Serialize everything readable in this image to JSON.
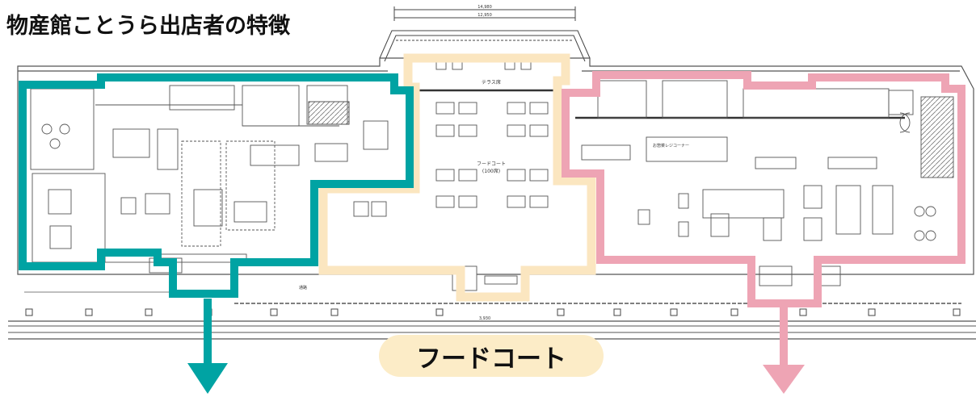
{
  "title": "物産館ことうら出店者の特徴",
  "food_court_label": "フードコート",
  "plan_labels": {
    "top_dim_1": "14,980",
    "top_dim_2": "12,950",
    "terrace": "テラス席",
    "food_court_small": "フードコート",
    "food_court_seats": "(100席)",
    "register": "お惣菜レジコーナー",
    "bottom_dim": "3,930",
    "walkway": "通路"
  },
  "colors": {
    "left_zone": "#00a3a3",
    "food_court_zone": "#fbe6c0",
    "right_zone": "#eea4b4",
    "pill_bg": "#fcecc7"
  }
}
